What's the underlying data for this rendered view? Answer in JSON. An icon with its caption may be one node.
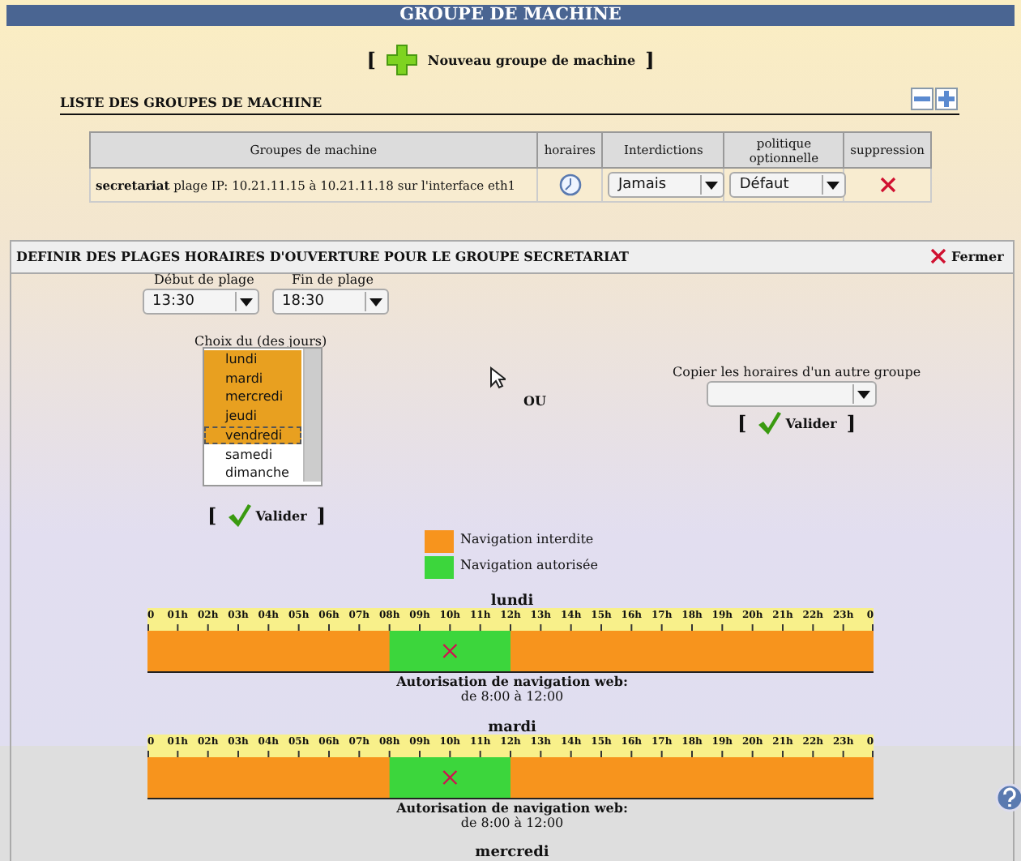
{
  "diagram": {
    "title": "GROUPE DE MACHINE",
    "labels": [
      "[",
      "Nouveau groupe de machine",
      "]",
      "LISTE DES GROUPES DE MACHINE",
      "Groupes de machine",
      "horaires",
      "Interdictions",
      "politique optionnelle",
      "suppression",
      "**secretariat** plage IP: 10.21.11.15 à 10.21.11.18 sur l'interface eth1",
      "Jamais",
      "Défaut",
      "DEFINIR DES PLAGES HORAIRES D'OUVERTURE POUR LE GROUPE SECRETARIAT",
      "Fermer",
      "Début de plage",
      "Fin de plage",
      "13:30",
      "18:30",
      "Choix du (des jours)",
      "lundi",
      "mardi",
      "mercredi",
      "jeudi",
      "vendredi",
      "samedi",
      "dimanche",
      "OU",
      "Copier les horaires d'un autre groupe",
      "[",
      "Valider",
      "]",
      "[",
      "Valider",
      "]",
      "lundi",
      "0",
      "01h",
      "02h",
      "03h",
      "04h",
      "05h",
      "06h",
      "07h",
      "08h",
      "09h",
      "10h",
      "11h",
      "12h",
      "13h",
      "14h",
      "15h",
      "16h",
      "17h",
      "18h",
      "19h",
      "20h",
      "21h",
      "22h",
      "23h",
      "0",
      "Autorisation de navigation web:",
      "de 8:00 à 12:00",
      "mardi",
      "0",
      "01h",
      "02h",
      "03h",
      "04h",
      "05h",
      "06h",
      "07h",
      "08h",
      "09h",
      "10h",
      "11h",
      "12h",
      "13h",
      "14h",
      "15h",
      "16h",
      "17h",
      "18h",
      "19h",
      "20h",
      "21h",
      "22h",
      "23h",
      "0",
      "Autorisation de navigation web:",
      "de 8:00 à 12:00",
      "mercredi"
    ],
    "legend": [
      {
        "text": "Navigation interdite",
        "color": "#f7941d"
      },
      {
        "text": "Navigation autorisée",
        "color": "#3cd63c"
      }
    ]
  }
}
